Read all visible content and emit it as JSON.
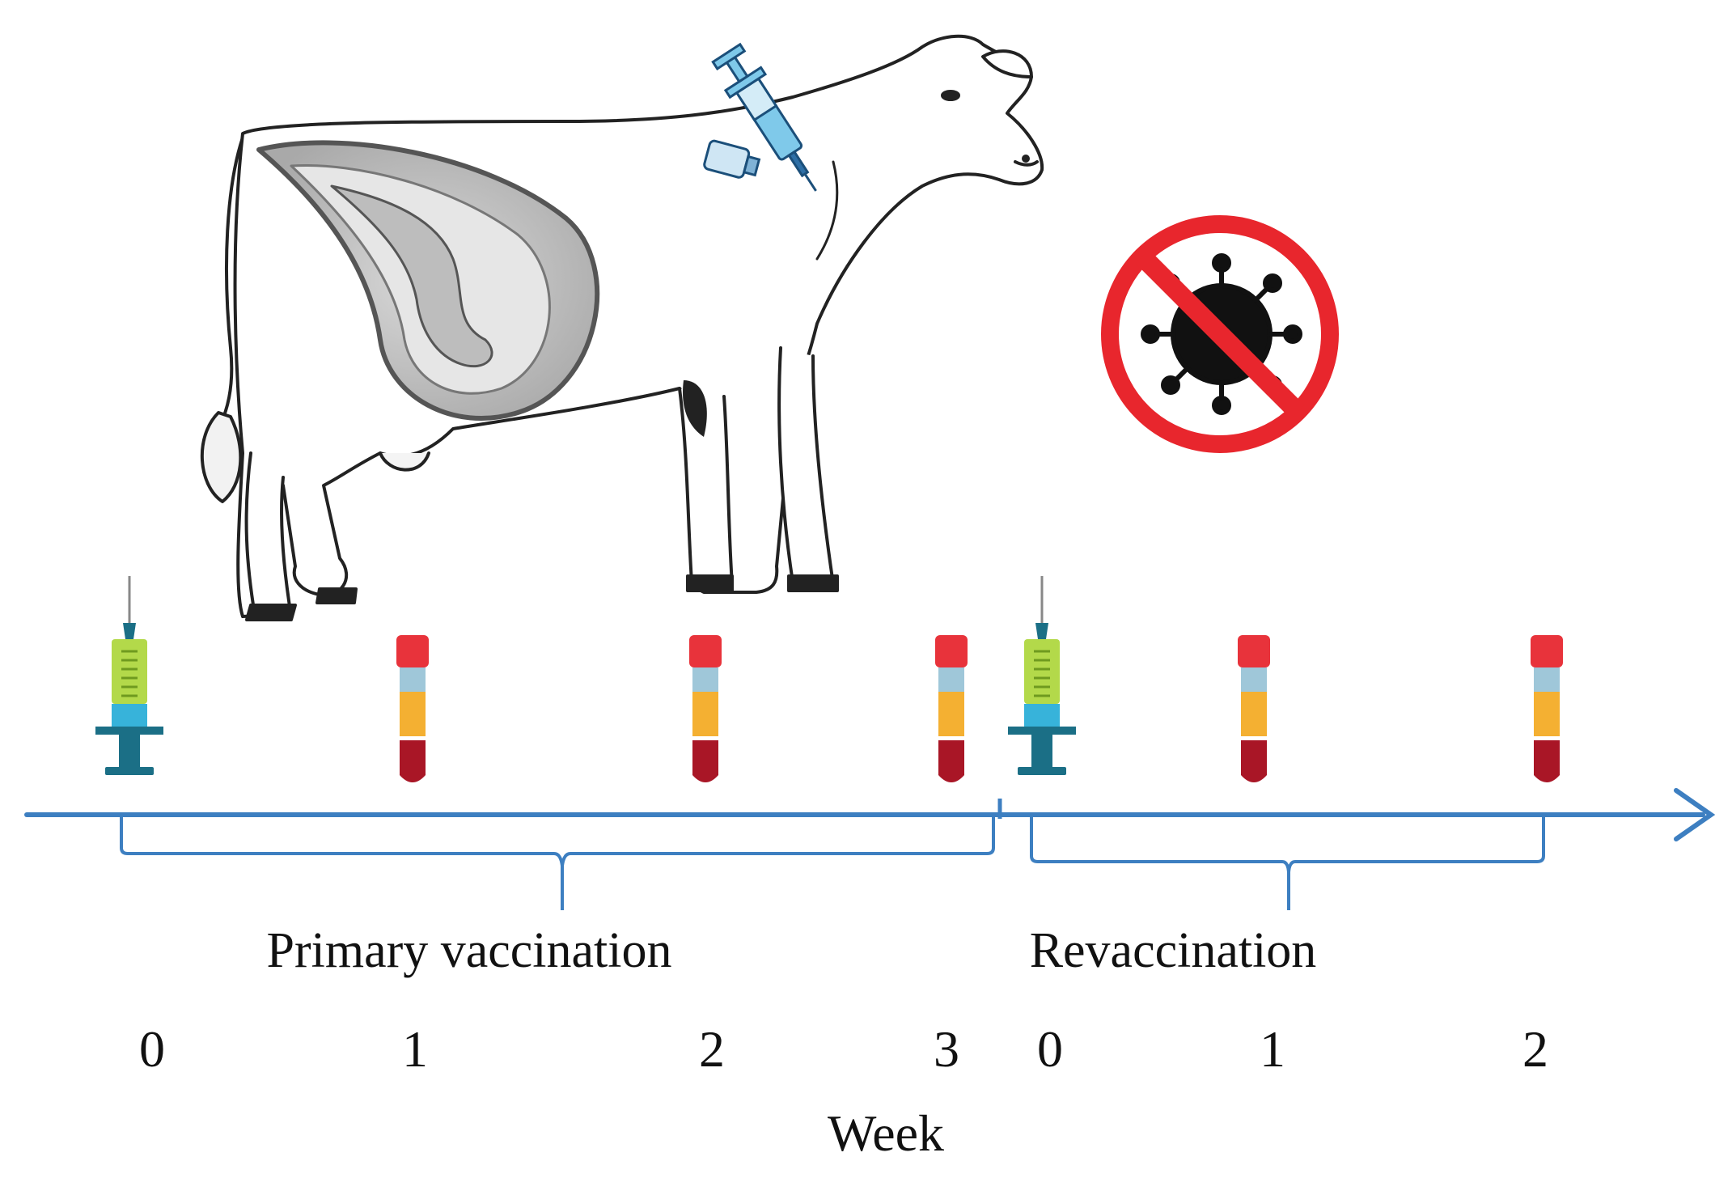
{
  "colors": {
    "timeline": "#3d7fc1",
    "syringe_barrel": "#b3d94a",
    "syringe_fluid": "#37b3da",
    "syringe_plunger": "#1b6f86",
    "tube_cap": "#e8333b",
    "tube_plasma": "#f4b032",
    "tube_cells": "#a91626",
    "prohibit_ring": "#e8262d",
    "virus": "#111111"
  },
  "icons": {
    "animal": "pregnant-cow-illustration",
    "injection": "syringe-icon",
    "sampling": "blood-tube-icon",
    "restriction": "no-virus-icon"
  },
  "phases": {
    "primary": {
      "label": "Primary vaccination",
      "weeks": [
        "0",
        "1",
        "2",
        "3"
      ]
    },
    "revaccination": {
      "label": "Revaccination",
      "weeks": [
        "0",
        "1",
        "2"
      ]
    }
  },
  "axis_title": "Week",
  "events": {
    "primary": [
      "syringe",
      "blood-tube",
      "blood-tube",
      "blood-tube"
    ],
    "revaccination": [
      "syringe",
      "blood-tube",
      "blood-tube"
    ]
  }
}
